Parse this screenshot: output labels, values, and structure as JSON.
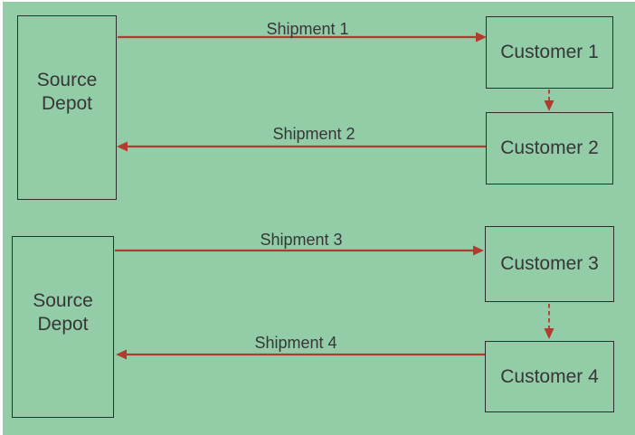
{
  "diagram": {
    "background_color": "#93CDA8",
    "page_margin_color": "#FFFFFF",
    "box_border_color": "#2D2D2D",
    "text_color": "#363636",
    "arrow_color": "#B03B2E"
  },
  "nodes": {
    "depot1": {
      "line1": "Source",
      "line2": "Depot"
    },
    "depot2": {
      "line1": "Source",
      "line2": "Depot"
    },
    "customer1": {
      "label": "Customer 1"
    },
    "customer2": {
      "label": "Customer 2"
    },
    "customer3": {
      "label": "Customer 3"
    },
    "customer4": {
      "label": "Customer 4"
    }
  },
  "edges": {
    "shipment1": {
      "label": "Shipment 1",
      "from": "Source Depot",
      "to": "Customer 1",
      "style": "solid"
    },
    "shipment2": {
      "label": "Shipment 2",
      "from": "Customer 2",
      "to": "Source Depot",
      "style": "solid"
    },
    "shipment3": {
      "label": "Shipment 3",
      "from": "Source Depot",
      "to": "Customer 3",
      "style": "solid"
    },
    "shipment4": {
      "label": "Shipment 4",
      "from": "Customer 4",
      "to": "Source Depot",
      "style": "solid"
    },
    "link12": {
      "from": "Customer 1",
      "to": "Customer 2",
      "style": "dashed"
    },
    "link34": {
      "from": "Customer 3",
      "to": "Customer 4",
      "style": "dashed"
    }
  }
}
